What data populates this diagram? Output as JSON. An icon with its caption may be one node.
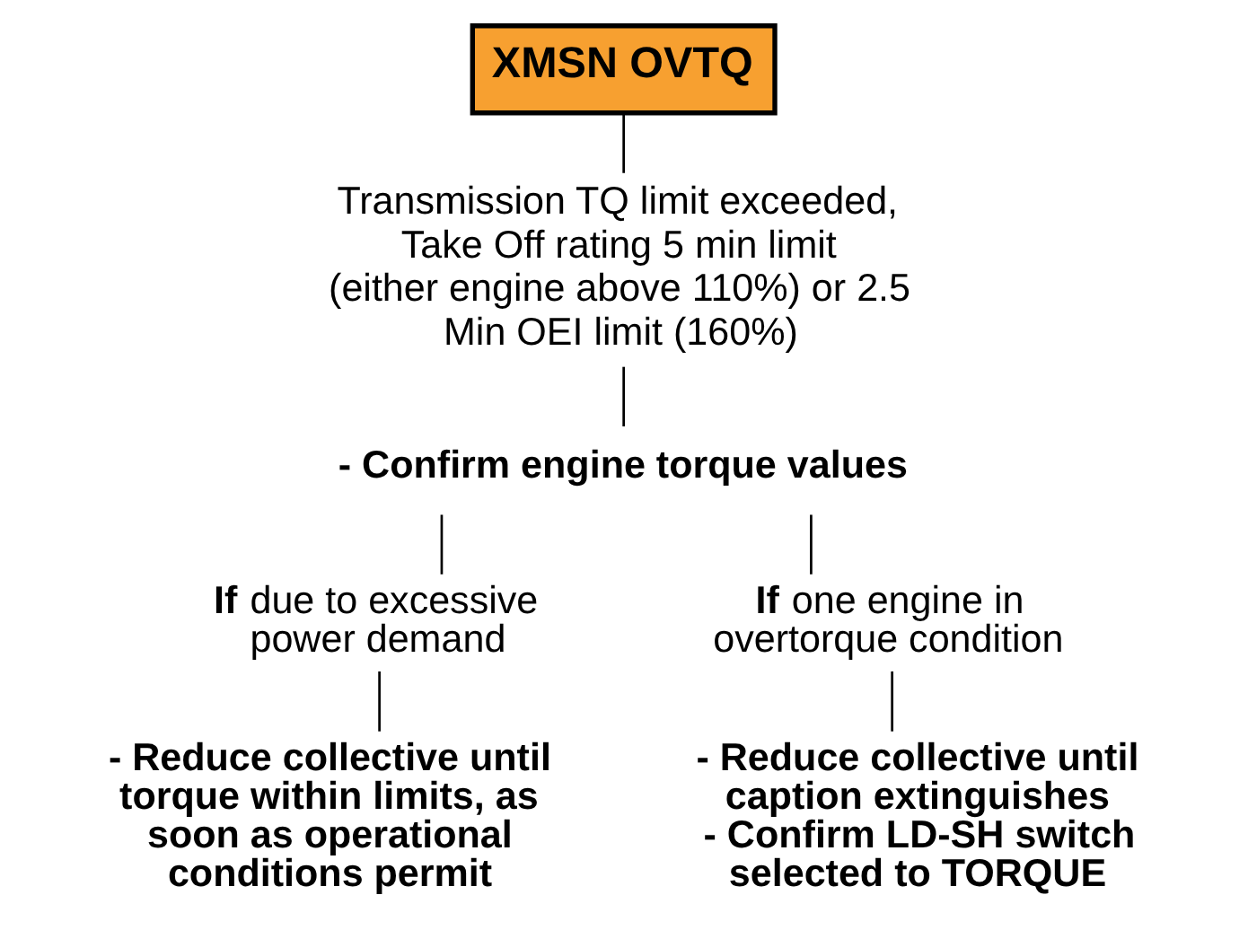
{
  "diagram": {
    "nodes": [
      {
        "text": [
          "XMSN OVTQ"
        ]
      },
      {
        "text": [
          "Transmission TQ limit exceeded, Take Off rating 5 min limit (either engine above 110%) or 2.5 Min OEI limit (160%)"
        ]
      },
      {
        "text": [
          "- Confirm engine torque values"
        ]
      },
      {
        "text": [
          "**If** due to excessive power demand"
        ]
      },
      {
        "text": [
          "**If** one engine in overtorque condition"
        ]
      },
      {
        "text": [
          "- Reduce collective until torque within limits, as soon as operational conditions permit"
        ]
      },
      {
        "text": [
          "- Reduce collective until caption extinguishes",
          "- Confirm LD-SH switch selected to TORQUE"
        ]
      }
    ],
    "edges": [
      {
        "from": 0,
        "to": 1,
        "arrow": "none"
      },
      {
        "from": 1,
        "to": 2,
        "arrow": "none"
      },
      {
        "from": 2,
        "to": 3,
        "arrow": "none"
      },
      {
        "from": 2,
        "to": 4,
        "arrow": "none"
      },
      {
        "from": 3,
        "to": 5,
        "arrow": "none"
      },
      {
        "from": 4,
        "to": 6,
        "arrow": "none"
      }
    ]
  }
}
